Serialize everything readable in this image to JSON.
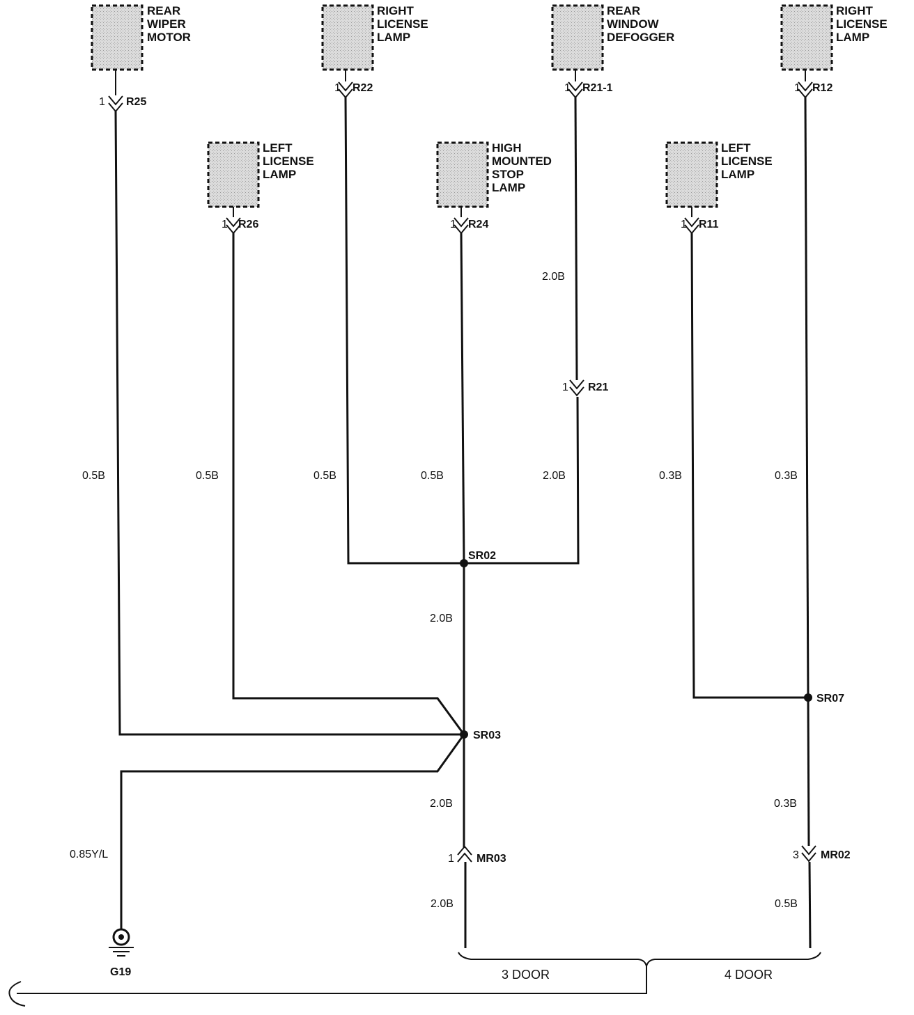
{
  "components": {
    "rear_wiper_motor": [
      "REAR",
      "WIPER",
      "MOTOR"
    ],
    "right_license_lamp_1": [
      "RIGHT",
      "LICENSE",
      "LAMP"
    ],
    "rear_window_defogger": [
      "REAR",
      "WINDOW",
      "DEFOGGER"
    ],
    "right_license_lamp_2": [
      "RIGHT",
      "LICENSE",
      "LAMP"
    ],
    "left_license_lamp_1": [
      "LEFT",
      "LICENSE",
      "LAMP"
    ],
    "high_mounted_stop_lamp": [
      "HIGH",
      "MOUNTED",
      "STOP",
      "LAMP"
    ],
    "left_license_lamp_2": [
      "LEFT",
      "LICENSE",
      "LAMP"
    ]
  },
  "connectors": {
    "r25": {
      "pin": "1",
      "name": "R25"
    },
    "r22": {
      "pin": "1",
      "name": "R22"
    },
    "r21_1": {
      "pin": "1",
      "name": "R21-1"
    },
    "r12": {
      "pin": "1",
      "name": "R12"
    },
    "r26": {
      "pin": "1",
      "name": "R26"
    },
    "r24": {
      "pin": "1",
      "name": "R24"
    },
    "r11": {
      "pin": "1",
      "name": "R11"
    },
    "r21": {
      "pin": "1",
      "name": "R21"
    },
    "mr03": {
      "pin": "1",
      "name": "MR03"
    },
    "mr02": {
      "pin": "3",
      "name": "MR02"
    }
  },
  "splices": {
    "sr02": "SR02",
    "sr03": "SR03",
    "sr07": "SR07"
  },
  "wires": {
    "w_r25": "0.5B",
    "w_r26": "0.5B",
    "w_r22": "0.5B",
    "w_r24": "0.5B",
    "w_r21_upper": "2.0B",
    "w_r21_lower": "2.0B",
    "w_r11": "0.3B",
    "w_r12": "0.3B",
    "w_sr02_sr03": "2.0B",
    "w_sr03_mr03": "2.0B",
    "w_mr03_below": "2.0B",
    "w_g19": "0.85Y/L",
    "w_sr07_mr02": "0.3B",
    "w_mr02_below": "0.5B"
  },
  "ground": "G19",
  "doors": {
    "three_door": "3 DOOR",
    "four_door": "4 DOOR"
  }
}
